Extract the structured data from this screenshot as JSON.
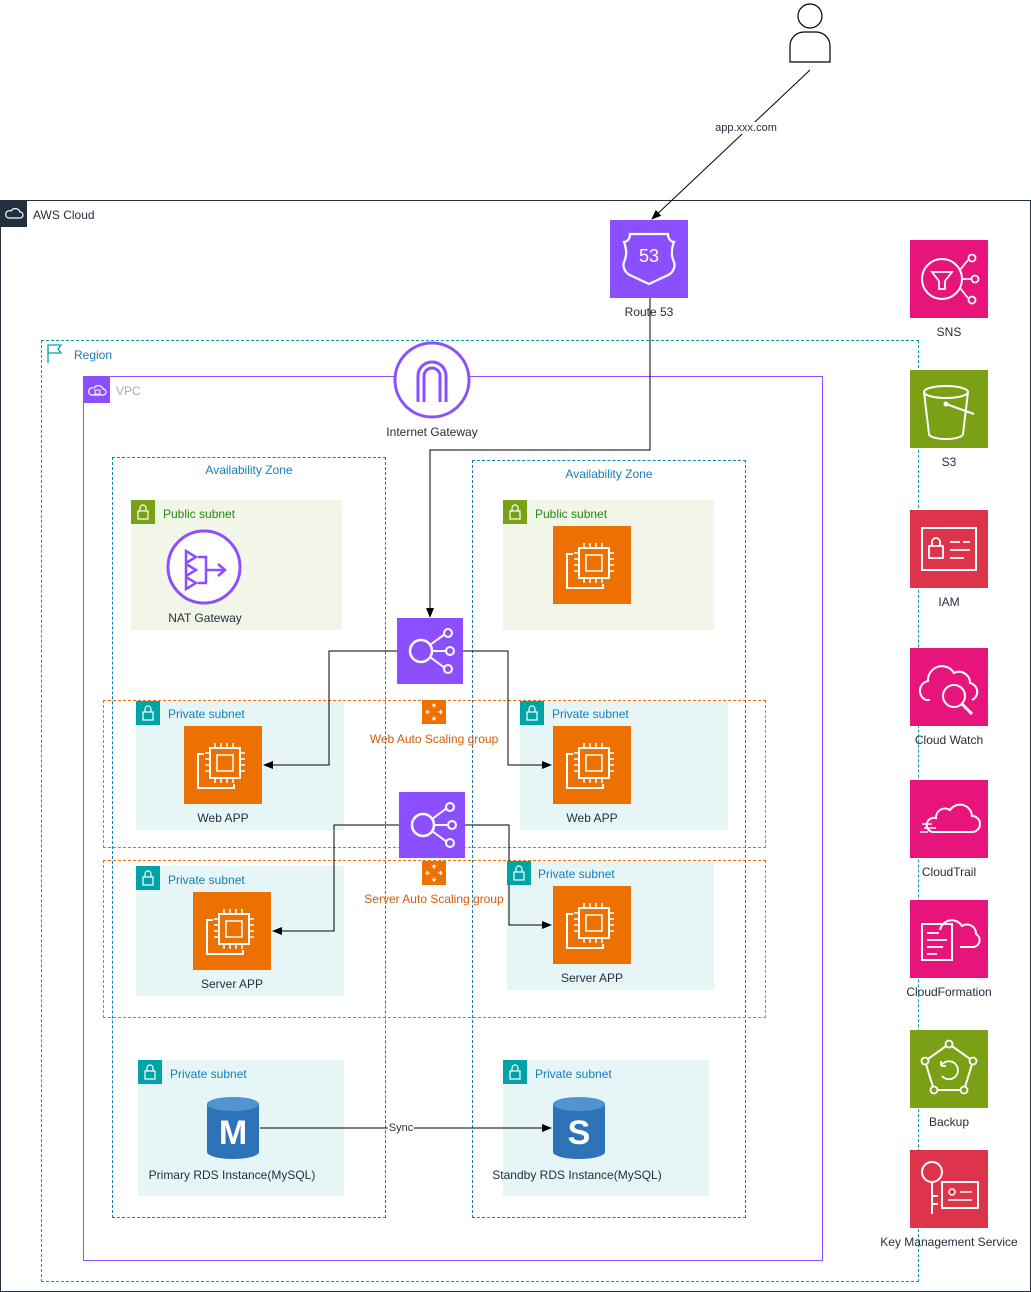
{
  "user": {
    "edge_label": "app.xxx.com"
  },
  "groups": {
    "cloud": "AWS Cloud",
    "region": "Region",
    "vpc": "VPC",
    "az_left": "Availability Zone",
    "az_right": "Availability Zone",
    "web_asg": "Web Auto Scaling group",
    "server_asg": "Server Auto Scaling group"
  },
  "subnets": {
    "public_left": "Public subnet",
    "public_right": "Public subnet",
    "private_web_left": "Private subnet",
    "private_web_right": "Private subnet",
    "private_server_left": "Private subnet",
    "private_server_right": "Private subnet",
    "private_db_left": "Private subnet",
    "private_db_right": "Private subnet"
  },
  "nodes": {
    "route53": "Route 53",
    "route53_badge": "53",
    "igw": "Internet Gateway",
    "nat": "NAT Gateway",
    "web_left": "Web APP",
    "web_right": "Web APP",
    "server_left": "Server APP",
    "server_right": "Server APP",
    "rds_primary": "Primary RDS Instance(MySQL)",
    "rds_primary_letter": "M",
    "rds_standby": "Standby RDS Instance(MySQL)",
    "rds_standby_letter": "S",
    "sync_label": "Sync"
  },
  "services": {
    "sns": "SNS",
    "s3": "S3",
    "iam": "IAM",
    "cloudwatch": "Cloud Watch",
    "cloudtrail": "CloudTrail",
    "cloudformation": "CloudFormation",
    "backup": "Backup",
    "kms": "Key Management Service"
  },
  "colors": {
    "networking": "#8c4fff",
    "compute": "#ed7100",
    "management": "#e7157b",
    "storage": "#7aa116",
    "security": "#dd344c",
    "region": "#00a4a6",
    "vpc": "#8c4fff",
    "public_subnet_bg": "#f2f6e8",
    "public_subnet_text": "#248814",
    "private_subnet_bg": "#e6f6f7",
    "private_subnet_text": "#147eba",
    "rds": "#2e73b8"
  }
}
